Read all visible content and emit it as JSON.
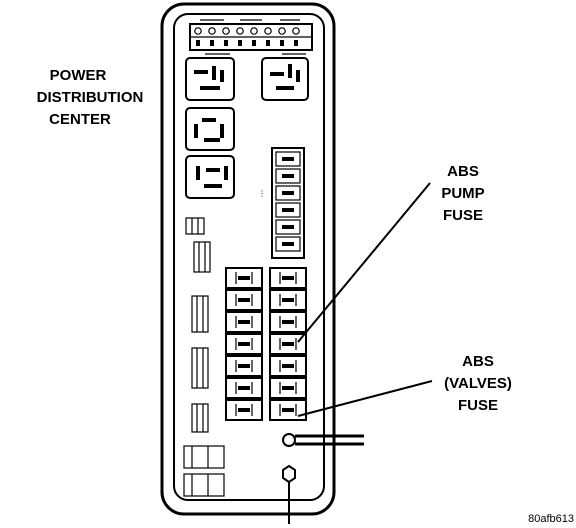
{
  "labels": {
    "pdc": [
      "POWER",
      "DISTRIBUTION",
      "CENTER"
    ],
    "abs_pump_fuse": [
      "ABS",
      "PUMP",
      "FUSE"
    ],
    "abs_valves_fuse": [
      "ABS",
      "(VALVES)",
      "FUSE"
    ]
  },
  "figure_code": "80afb613",
  "colors": {
    "ink": "#000000",
    "paper": "#ffffff"
  }
}
